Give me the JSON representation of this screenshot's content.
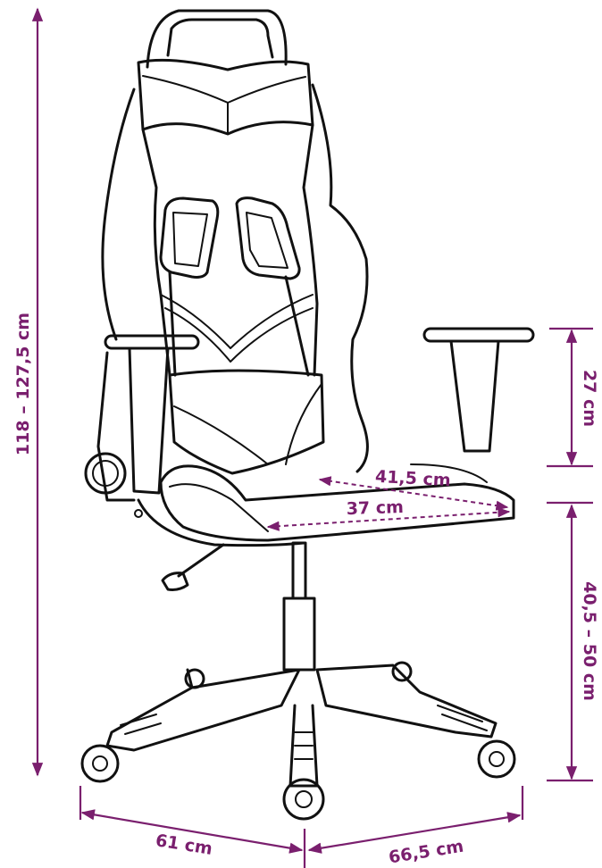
{
  "accent_color": "#7a1f6e",
  "line_color": "#111111",
  "dimensions": {
    "total_height": "118 – 127,5 cm",
    "armrest_height": "27 cm",
    "seat_height": "40,5 – 50 cm",
    "seat_width": "41,5 cm",
    "seat_depth": "37 cm",
    "base_width": "61 cm",
    "base_depth": "66,5 cm"
  }
}
